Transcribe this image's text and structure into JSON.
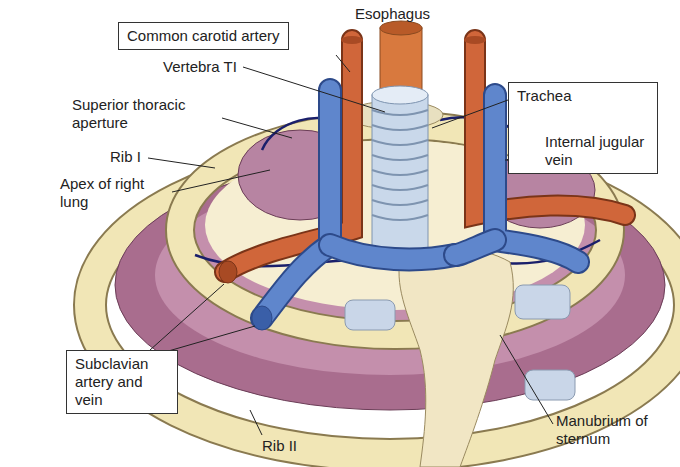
{
  "diagram": {
    "nodes": [
      {
        "text": [
          "Common carotid artery"
        ]
      },
      {
        "text": [
          "Trachea",
          "Internal jugular vein"
        ]
      },
      {
        "text": [
          "Subclavian artery and vein"
        ]
      }
    ],
    "labels": [
      "Esophagus",
      "Vertebra TI",
      "Superior thoracic aperture",
      "Rib I",
      "Apex of right lung",
      "Rib II",
      "Manubrium of sternum"
    ]
  }
}
